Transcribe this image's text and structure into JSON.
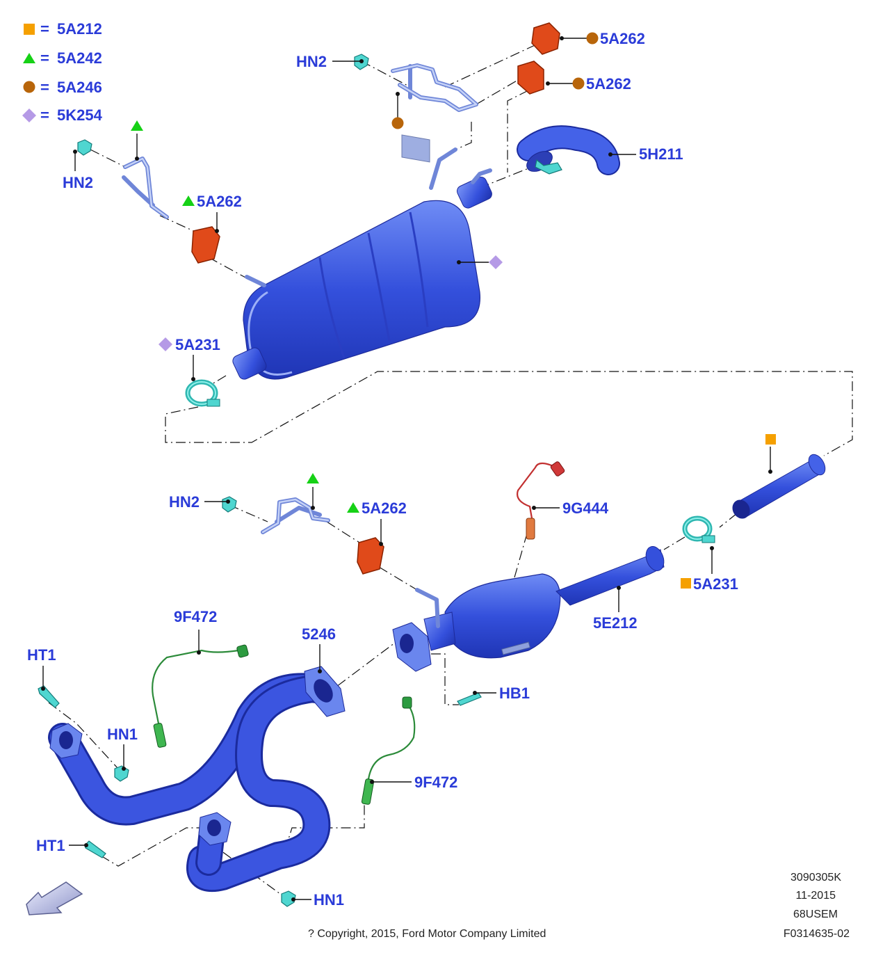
{
  "legend": [
    {
      "symbol": "square-orange",
      "eq": "=",
      "code": "5A212",
      "color": "#f5a000"
    },
    {
      "symbol": "triangle-green",
      "eq": "=",
      "code": "5A242",
      "color": "#16d116"
    },
    {
      "symbol": "circle-brown",
      "eq": "=",
      "code": "5A246",
      "color": "#b8650a"
    },
    {
      "symbol": "diamond-lilac",
      "eq": "=",
      "code": "5K254",
      "color": "#b59ae6"
    }
  ],
  "labels": {
    "hn2_top": "HN2",
    "a262_top1": "5A262",
    "a262_top2": "5A262",
    "hn2_left": "HN2",
    "a262_left": "5A262",
    "h211": "5H211",
    "a231_top": "5A231",
    "hn2_mid": "HN2",
    "a262_mid": "5A262",
    "g444": "9G444",
    "a231_right": "5A231",
    "e212": "5E212",
    "f472_left": "9F472",
    "p5246": "5246",
    "ht1_top": "HT1",
    "hb1": "HB1",
    "hn1_top": "HN1",
    "f472_right": "9F472",
    "ht1_bottom": "HT1",
    "hn1_bottom": "HN1"
  },
  "meta": {
    "code": "3090305K",
    "date": "11-2015",
    "model": "68USEM",
    "ref": "F0314635-02",
    "copyright": "? Copyright, 2015, Ford Motor Company Limited"
  },
  "colors": {
    "label_blue": "#2a3bd8",
    "part_blue": "#3b55e0",
    "rubber_red": "#e04a1a",
    "clip_cyan": "#4fd6d0"
  },
  "icons": {
    "direction_arrow": "front-direction-arrow-icon"
  }
}
